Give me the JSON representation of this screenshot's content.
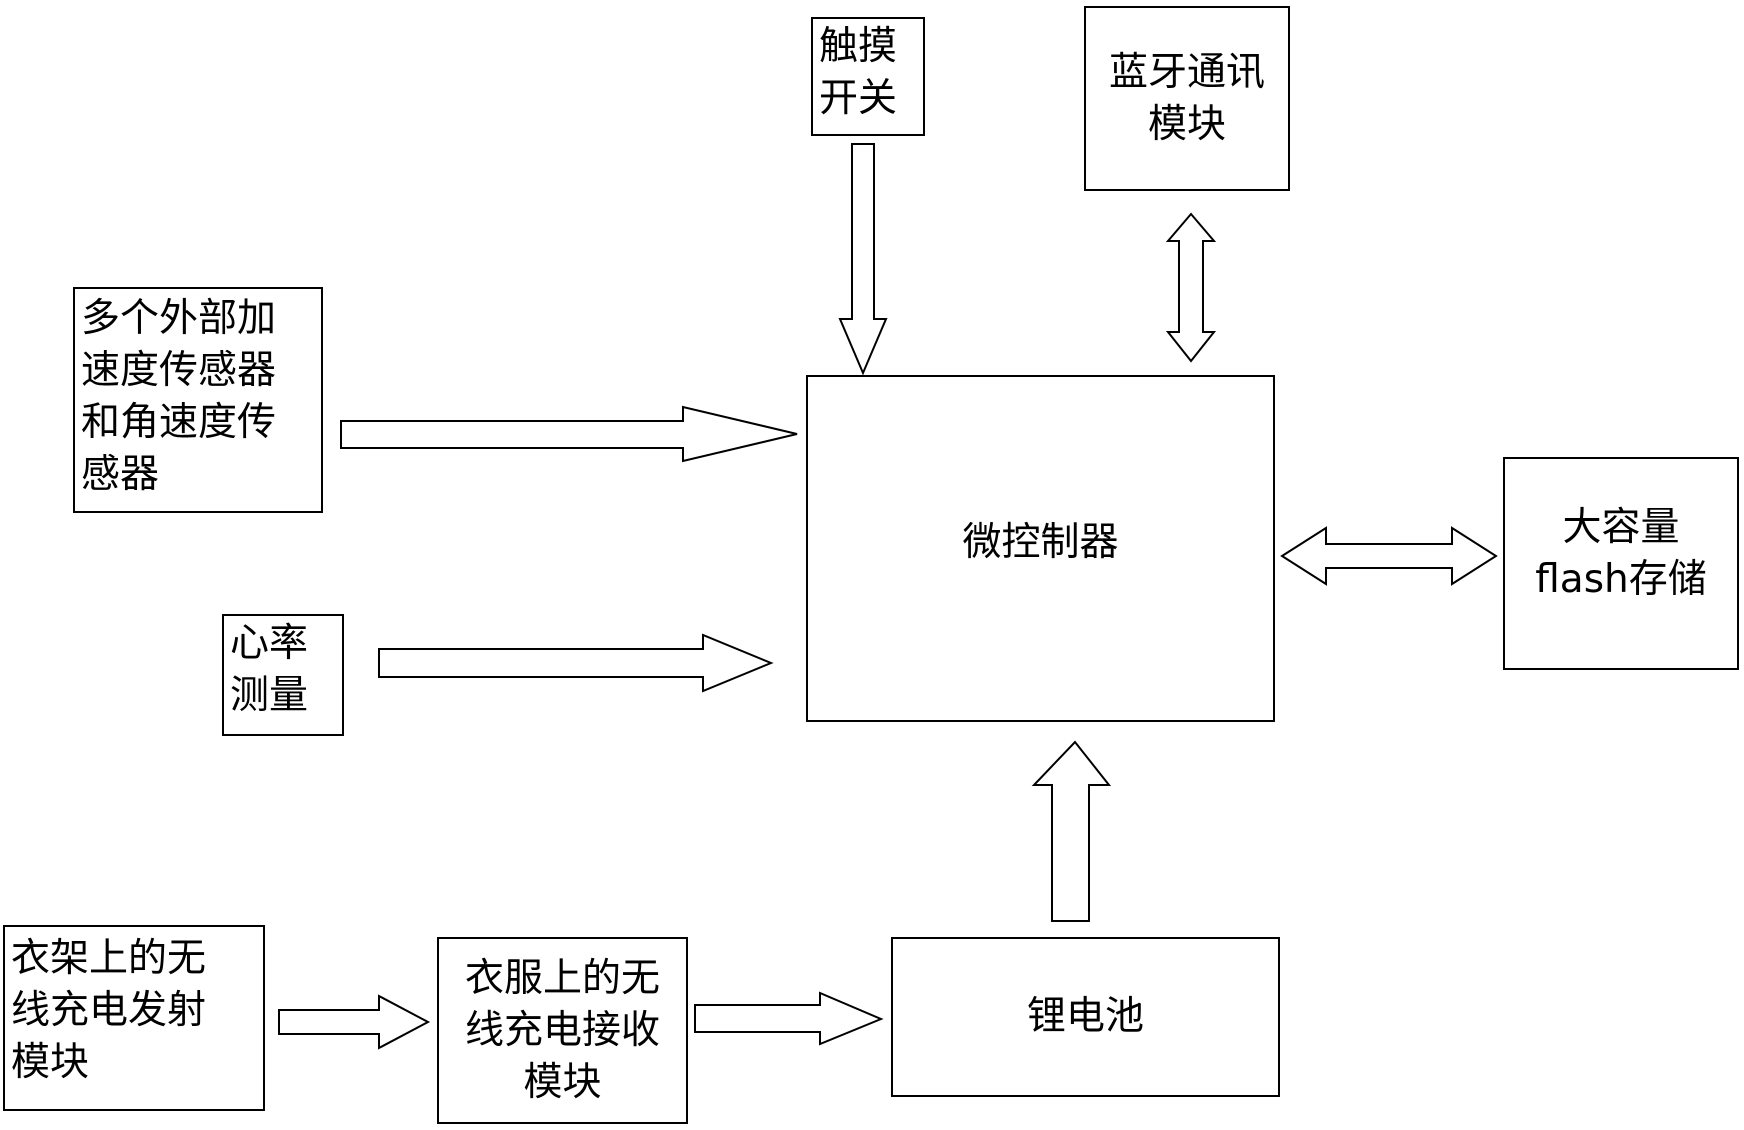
{
  "diagram": {
    "nodes": {
      "touch_switch": {
        "label": "触摸\n开关"
      },
      "bluetooth": {
        "label": "蓝牙通讯\n模块"
      },
      "sensors": {
        "label": "多个外部加\n速度传感器\n和角速度传\n感器"
      },
      "microcontroller": {
        "label": "微控制器"
      },
      "flash_storage": {
        "label": "大容量\nflash存储"
      },
      "heart_rate": {
        "label": "心率\n测量"
      },
      "charger_tx": {
        "label": "衣架上的无\n线充电发射\n模块"
      },
      "charger_rx": {
        "label": "衣服上的无\n线充电接收\n模块"
      },
      "battery": {
        "label": "锂电池"
      }
    },
    "edges": [
      {
        "from": "touch_switch",
        "to": "microcontroller",
        "style": "hollow-arrow"
      },
      {
        "from": "bluetooth",
        "to": "microcontroller",
        "style": "hollow-double-arrow"
      },
      {
        "from": "sensors",
        "to": "microcontroller",
        "style": "hollow-arrow"
      },
      {
        "from": "heart_rate",
        "to": "microcontroller",
        "style": "hollow-arrow"
      },
      {
        "from": "microcontroller",
        "to": "flash_storage",
        "style": "hollow-double-arrow"
      },
      {
        "from": "battery",
        "to": "microcontroller",
        "style": "hollow-arrow"
      },
      {
        "from": "charger_tx",
        "to": "charger_rx",
        "style": "hollow-arrow"
      },
      {
        "from": "charger_rx",
        "to": "battery",
        "style": "hollow-arrow"
      }
    ]
  }
}
